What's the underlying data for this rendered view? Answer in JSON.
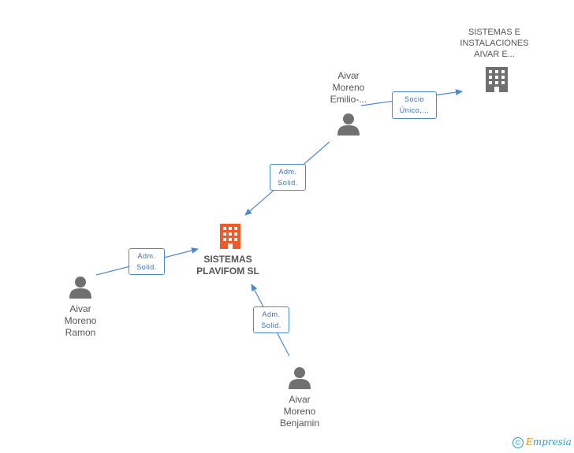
{
  "nodes": {
    "center": {
      "lines": [
        "SISTEMAS",
        "PLAVIFOM SL"
      ],
      "icon": "building-icon",
      "color": "#f05a2a"
    },
    "company_top": {
      "lines": [
        "SISTEMAS E",
        "INSTALACIONES",
        "AIVAR E..."
      ],
      "icon": "building-icon",
      "color": "#707070"
    },
    "person_emilio": {
      "lines": [
        "Aivar",
        "Moreno",
        "Emilio-..."
      ],
      "icon": "person-icon",
      "color": "#707070"
    },
    "person_ramon": {
      "lines": [
        "Aivar",
        "Moreno",
        "Ramon"
      ],
      "icon": "person-icon",
      "color": "#707070"
    },
    "person_benjamin": {
      "lines": [
        "Aivar",
        "Moreno",
        "Benjamin"
      ],
      "icon": "person-icon",
      "color": "#707070"
    }
  },
  "edges": {
    "emilio_to_company": {
      "lines": [
        "Socio",
        "Único,..."
      ]
    },
    "emilio_to_center": {
      "lines": [
        "Adm.",
        "Solid."
      ]
    },
    "ramon_to_center": {
      "lines": [
        "Adm.",
        "Solid."
      ]
    },
    "benjamin_to_center": {
      "lines": [
        "Adm.",
        "Solid."
      ]
    }
  },
  "edge_color": "#4a8ad4",
  "watermark": {
    "symbol": "©",
    "brand_first": "E",
    "brand_rest": "mpresia"
  }
}
